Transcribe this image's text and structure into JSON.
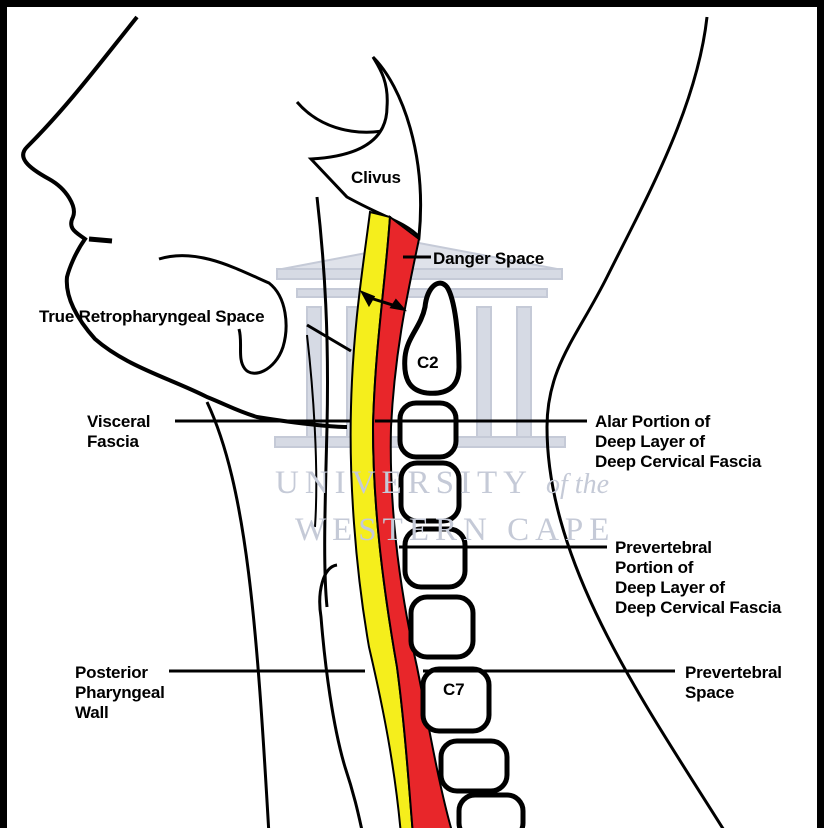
{
  "labels": {
    "clivus": "Clivus",
    "danger_space": "Danger Space",
    "true_retropharyngeal_space": "True Retropharyngeal Space",
    "c2": "C2",
    "visceral_fascia": [
      "Visceral",
      "Fascia"
    ],
    "alar_portion": [
      "Alar Portion of",
      "Deep Layer of",
      "Deep Cervical Fascia"
    ],
    "prevertebral_portion": [
      "Prevertebral",
      "Portion of",
      "Deep Layer of",
      "Deep Cervical Fascia"
    ],
    "posterior_pharyngeal_wall": [
      "Posterior",
      "Pharyngeal",
      "Wall"
    ],
    "c7": "C7",
    "prevertebral_space": [
      "Prevertebral",
      "Space"
    ]
  },
  "watermark": {
    "line1": "UNIVERSITY",
    "line1_italic": "of the",
    "line2": "WESTERN CAPE"
  },
  "colors": {
    "retropharyngeal_space": "#f5ee1c",
    "danger_space": "#e8262a",
    "outline": "#000000",
    "watermark": "#c5cad7"
  }
}
